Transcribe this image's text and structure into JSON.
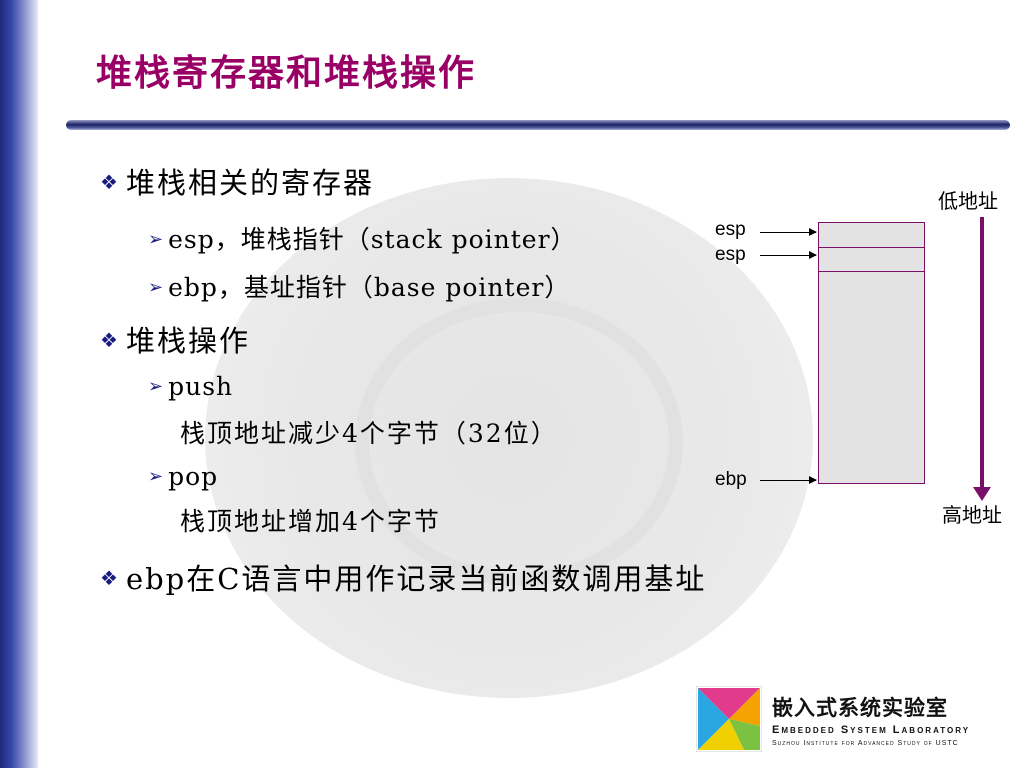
{
  "slide": {
    "title": "堆栈寄存器和堆栈操作",
    "bullets": {
      "b1": "堆栈相关的寄存器",
      "b1_1": "esp，堆栈指针（stack pointer）",
      "b1_2": "ebp，基址指针（base pointer）",
      "b2": "堆栈操作",
      "b2_1": "push",
      "b2_1_desc": "栈顶地址减少4个字节（32位）",
      "b2_2": "pop",
      "b2_2_desc": "栈顶地址增加4个字节",
      "b3": "ebp在C语言中用作记录当前函数调用基址"
    },
    "markers": {
      "diamond": "❖",
      "arrow": "➢"
    }
  },
  "diagram": {
    "labels": {
      "esp_top": "esp",
      "esp_second": "esp",
      "ebp": "ebp"
    },
    "address": {
      "low": "低地址",
      "high": "高地址"
    }
  },
  "logo": {
    "name_cn": "嵌入式系统实验室",
    "name_en": "Embedded System Laboratory",
    "subtitle": "Suzhou Institute for Advanced Study of USTC"
  }
}
